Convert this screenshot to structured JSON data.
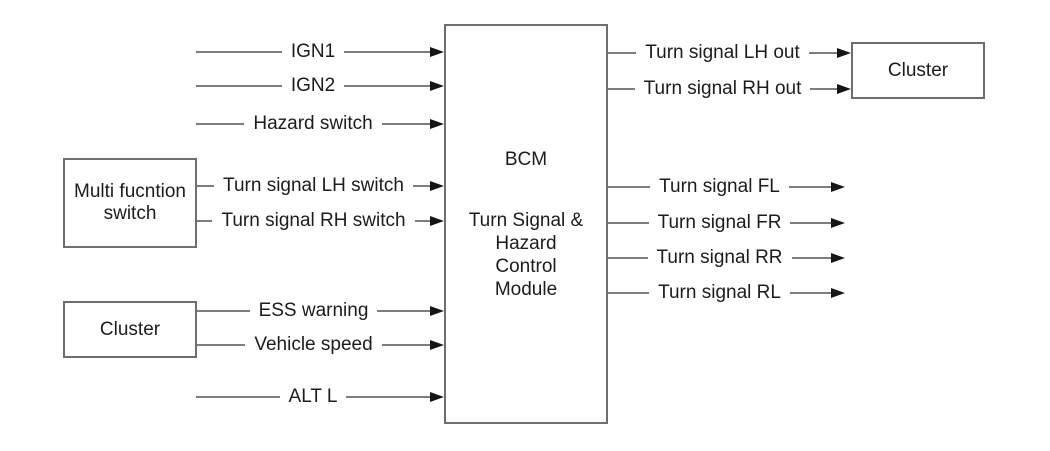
{
  "diagram": {
    "bcm": {
      "title": "BCM",
      "subtitle": "Turn Signal &\nHazard\nControl\nModule"
    },
    "boxes": {
      "multi_function_switch": "Multi fucntion\nswitch",
      "cluster_left": "Cluster",
      "cluster_right": "Cluster"
    },
    "inputs": [
      {
        "label": "IGN1"
      },
      {
        "label": "IGN2"
      },
      {
        "label": "Hazard switch"
      },
      {
        "label": "Turn signal LH switch"
      },
      {
        "label": "Turn signal RH switch"
      },
      {
        "label": "ESS warning"
      },
      {
        "label": "Vehicle speed"
      },
      {
        "label": "ALT L"
      }
    ],
    "outputs": [
      {
        "label": "Turn signal LH out"
      },
      {
        "label": "Turn signal RH out"
      },
      {
        "label": "Turn signal FL"
      },
      {
        "label": "Turn signal FR"
      },
      {
        "label": "Turn signal RR"
      },
      {
        "label": "Turn signal RL"
      }
    ],
    "colors": {
      "background": "#ffffff",
      "wire": "#7d7d7d",
      "arrowhead": "#151515",
      "box_border": "#6e6e6e",
      "text": "#1c1c1c"
    }
  }
}
